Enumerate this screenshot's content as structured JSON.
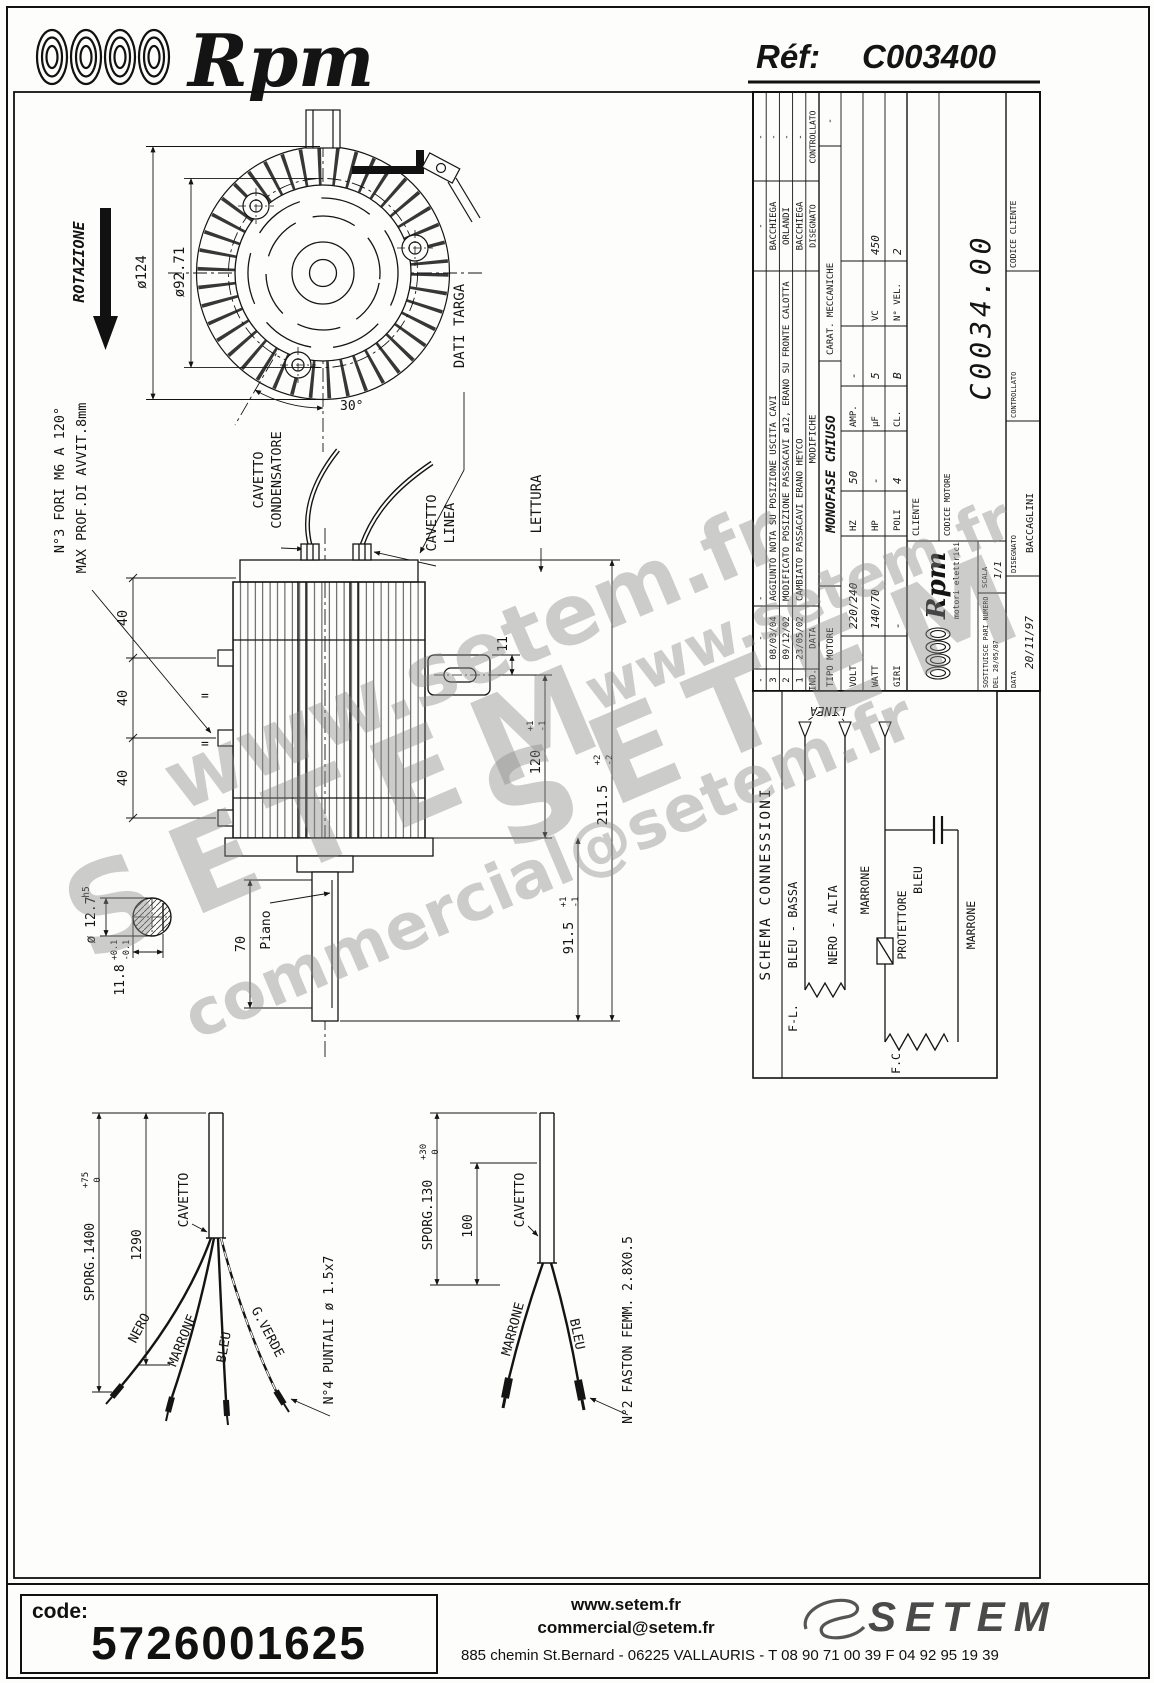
{
  "header": {
    "brand": "Rpm",
    "ref_label": "Réf:",
    "ref_value": "C003400"
  },
  "front": {
    "rotazione": "ROTAZIONE",
    "dia124": "ø124",
    "dia92": "ø92.71",
    "angle30": "30°",
    "fori": "N°3 FORI M6 A 120°",
    "prof": "MAX PROF.DI AVVIT.8mm",
    "dati_targa": "DATI TARGA",
    "cav_cond1": "CAVETTO",
    "cav_cond2": "CONDENSATORE",
    "cav_lin1": "CAVETTO",
    "cav_lin2": "LINEA",
    "lettura": "LETTURA"
  },
  "side": {
    "d40a": "40",
    "d40b": "40",
    "d40c": "40",
    "eq1": "=",
    "eq2": "=",
    "d11": "11",
    "d120": "120",
    "d120u": "+1",
    "d120d": "-1",
    "d211": "211.5",
    "d211u": "+2",
    "d211d": "-2",
    "d91": "91.5",
    "d91u": "+1",
    "d91d": "-1",
    "d70": "70",
    "piano": "Piano",
    "shaft_d": "ø 12.7",
    "shaft_t": "h5",
    "flat": "11.8",
    "flatu": "+0.1",
    "flatd": "-0.1"
  },
  "cable1": {
    "sporg": "SPORG.1400",
    "su": "+75",
    "sd": "0",
    "len": "1290",
    "cavetto": "CAVETTO",
    "w1": "NERO",
    "w2": "MARRONE",
    "w3": "BLEU",
    "w4": "G.VERDE",
    "note": "N°4 PUNTALI ø 1.5x7"
  },
  "cable2": {
    "sporg": "SPORG.130",
    "su": "+30",
    "sd": "0",
    "len": "100",
    "cavetto": "CAVETTO",
    "w1": "MARRONE",
    "w2": "BLEU",
    "note": "N°2 FASTON FEMM. 2.8X0.5"
  },
  "tb": {
    "rev": [
      {
        "ind": "-",
        "date": "-",
        "desc": "-",
        "by": "-",
        "chk": "-"
      },
      {
        "ind": "3",
        "date": "08/03/04",
        "desc": "AGGIUNTO NOTA SU POSIZIONE USCITA CAVI",
        "by": "BACCHIEGA",
        "chk": "-"
      },
      {
        "ind": "2",
        "date": "09/12/02",
        "desc": "MODIFICATO POSIZIONE PASSACAVI ø12, ERANO SU FRONTE CALOTTA",
        "by": "ORLANDI",
        "chk": "-"
      },
      {
        "ind": "1",
        "date": "23/05/02",
        "desc": "CAMBIATO PASSACAVI ERANO HEYCO",
        "by": "BACCHIEGA",
        "chk": "-"
      }
    ],
    "h_ind": "IND.",
    "h_data": "DATA",
    "h_mod": "MODIFICHE",
    "h_dis": "DISEGNATO",
    "h_con": "CONTROLLATO",
    "tipo_l": "TIPO MOTORE",
    "tipo_v": "MONOFASE CHIUSO",
    "carat_l": "CARAT. MECCANICHE",
    "carat_v": "-",
    "volt_l": "VOLT",
    "volt_v": "220/240",
    "hz_l": "HZ",
    "hz_v": "50",
    "amp_l": "AMP.",
    "amp_v": "-",
    "watt_l": "WATT",
    "watt_v": "140/70",
    "hp_l": "HP",
    "hp_v": "-",
    "uf_l": "µF",
    "uf_v": "5",
    "vc_l": "VC",
    "vc_v": "450",
    "giri_l": "GIRI",
    "giri_v": "-",
    "poli_l": "POLI",
    "poli_v": "4",
    "cl_l": "CL.",
    "cl_v": "B",
    "nvel_l": "N° VEL.",
    "nvel_v": "2",
    "cliente": "CLIENTE",
    "cm_l": "CODICE MOTORE",
    "cm_v": "C0034.00",
    "cc_l": "CODICE CLIENTE",
    "logo": "Rpm",
    "logo_sub": "motori elettrici",
    "sost1": "SOSTITUISCE PARI NUMERO",
    "sost2": "DEL 28/05/87",
    "scala_l": "SCALA",
    "scala_v": "1/1",
    "data_l": "DATA",
    "data_v": "20/11/97",
    "dis_l": "DISEGNATO",
    "dis_v": "BACCAGLINI",
    "con_l": "CONTROLLATO"
  },
  "schema": {
    "title": "SCHEMA CONNESSIONI",
    "linea": "LINEA",
    "l1": "BLEU - BASSA",
    "l2": "NERO - ALTA",
    "l3": "MARRONE",
    "l4": "PROTETTORE",
    "l5": "BLEU",
    "l6": "MARRONE",
    "fl": "F-L.",
    "fc": "F.C."
  },
  "watermarks": [
    "www.setem.fr",
    "SETEM",
    "SETEM",
    "commercial@setem.fr",
    "www.setem.fr"
  ],
  "footer": {
    "code_label": "code:",
    "code_value": "5726001625",
    "site": "www.setem.fr",
    "email": "commercial@setem.fr",
    "logo": "SETEM",
    "address": "885 chemin St.Bernard - 06225 VALLAURIS - T 08 90 71 00 39 F 04 92 95 19 39"
  }
}
